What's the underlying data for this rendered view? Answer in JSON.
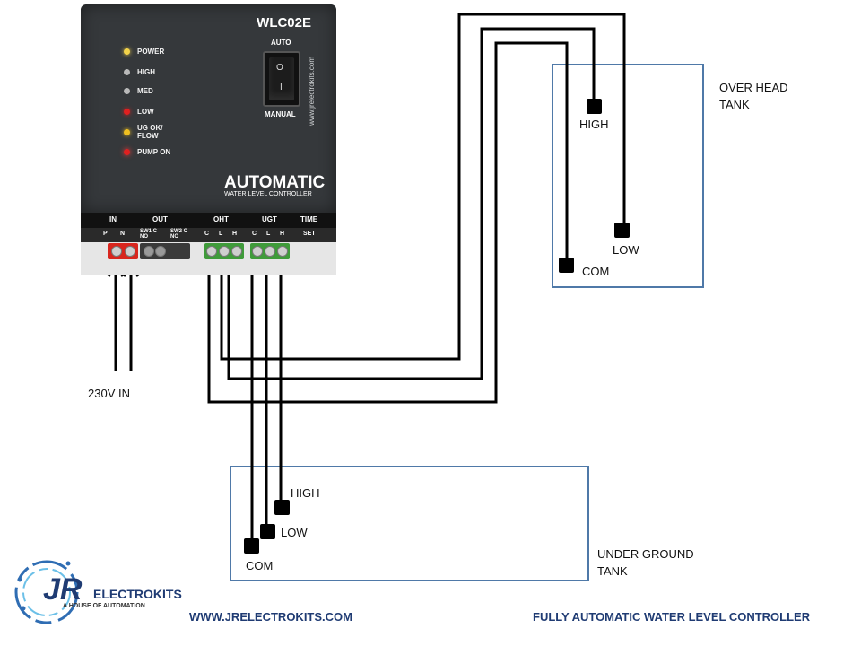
{
  "controller": {
    "model": "WLC02E",
    "switch_top": "AUTO",
    "switch_bottom": "MANUAL",
    "switch_on_symbol": "O",
    "switch_off_symbol": "I",
    "website_vertical": "www.jrelectrokits.com",
    "leds": [
      {
        "label": "POWER",
        "color": "#f3d34a"
      },
      {
        "label": "HIGH",
        "color": "#b9b9b9"
      },
      {
        "label": "MED",
        "color": "#b9b9b9"
      },
      {
        "label": "LOW",
        "color": "#e02020"
      },
      {
        "label": "UG OK/ FLOW",
        "color": "#f0c020"
      },
      {
        "label": "PUMP ON",
        "color": "#e02020"
      }
    ],
    "brand": "AUTOMATIC",
    "brand_sub": "WATER LEVEL CONTROLLER",
    "terminal_headers": {
      "in": "IN",
      "out": "OUT",
      "oht": "OHT",
      "ugt": "UGT",
      "time": "TIME"
    },
    "terminal_labels": {
      "p": "P",
      "n": "N",
      "sw1": "SW1 C  NO",
      "sw2": "SW2 C  NO",
      "oht_c": "C",
      "oht_l": "L",
      "oht_h": "H",
      "ugt_c": "C",
      "ugt_l": "L",
      "ugt_h": "H",
      "set": "SET"
    }
  },
  "power_input": "230V IN",
  "overhead_tank": {
    "title": "OVER HEAD TANK",
    "probes": {
      "high": "HIGH",
      "low": "LOW",
      "com": "COM"
    }
  },
  "underground_tank": {
    "title": "UNDER GROUND TANK",
    "probes": {
      "high": "HIGH",
      "low": "LOW",
      "com": "COM"
    }
  },
  "footer": {
    "website": "WWW.JRELECTROKITS.COM",
    "caption": "FULLY AUTOMATIC WATER LEVEL CONTROLLER"
  },
  "logo": {
    "mark": "JR",
    "name": "ELECTROKITS",
    "tagline": "A HOUSE OF AUTOMATION"
  },
  "colors": {
    "tank_border": "#4f79a8",
    "wire": "#000000",
    "footer_text": "#1f3b73",
    "terminal_red": "#d8261e",
    "terminal_green": "#3f9b3a"
  }
}
